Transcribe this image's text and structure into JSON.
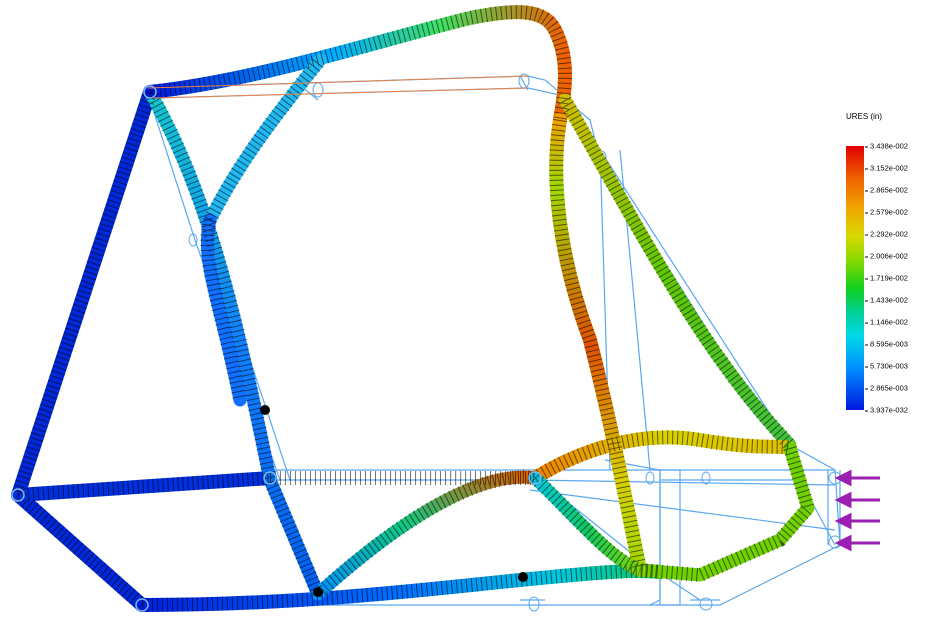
{
  "legend": {
    "title": "URES (in)",
    "ticks": [
      "3.438e-002",
      "3.152e-002",
      "2.865e-002",
      "2.579e-002",
      "2.292e-002",
      "2.006e-002",
      "1.719e-002",
      "1.433e-002",
      "1.146e-002",
      "8.595e-003",
      "5.730e-003",
      "2.865e-003",
      "3.937e-032"
    ],
    "colors": [
      "#e00000",
      "#f06000",
      "#f0a800",
      "#d8d800",
      "#80d800",
      "#10d020",
      "#00d0a0",
      "#00d8e8",
      "#0090ff",
      "#0018e0"
    ]
  },
  "load_arrows": {
    "count": 4,
    "color": "#9b1fb0"
  },
  "undeformed_outline_color": "#5aa8f0"
}
